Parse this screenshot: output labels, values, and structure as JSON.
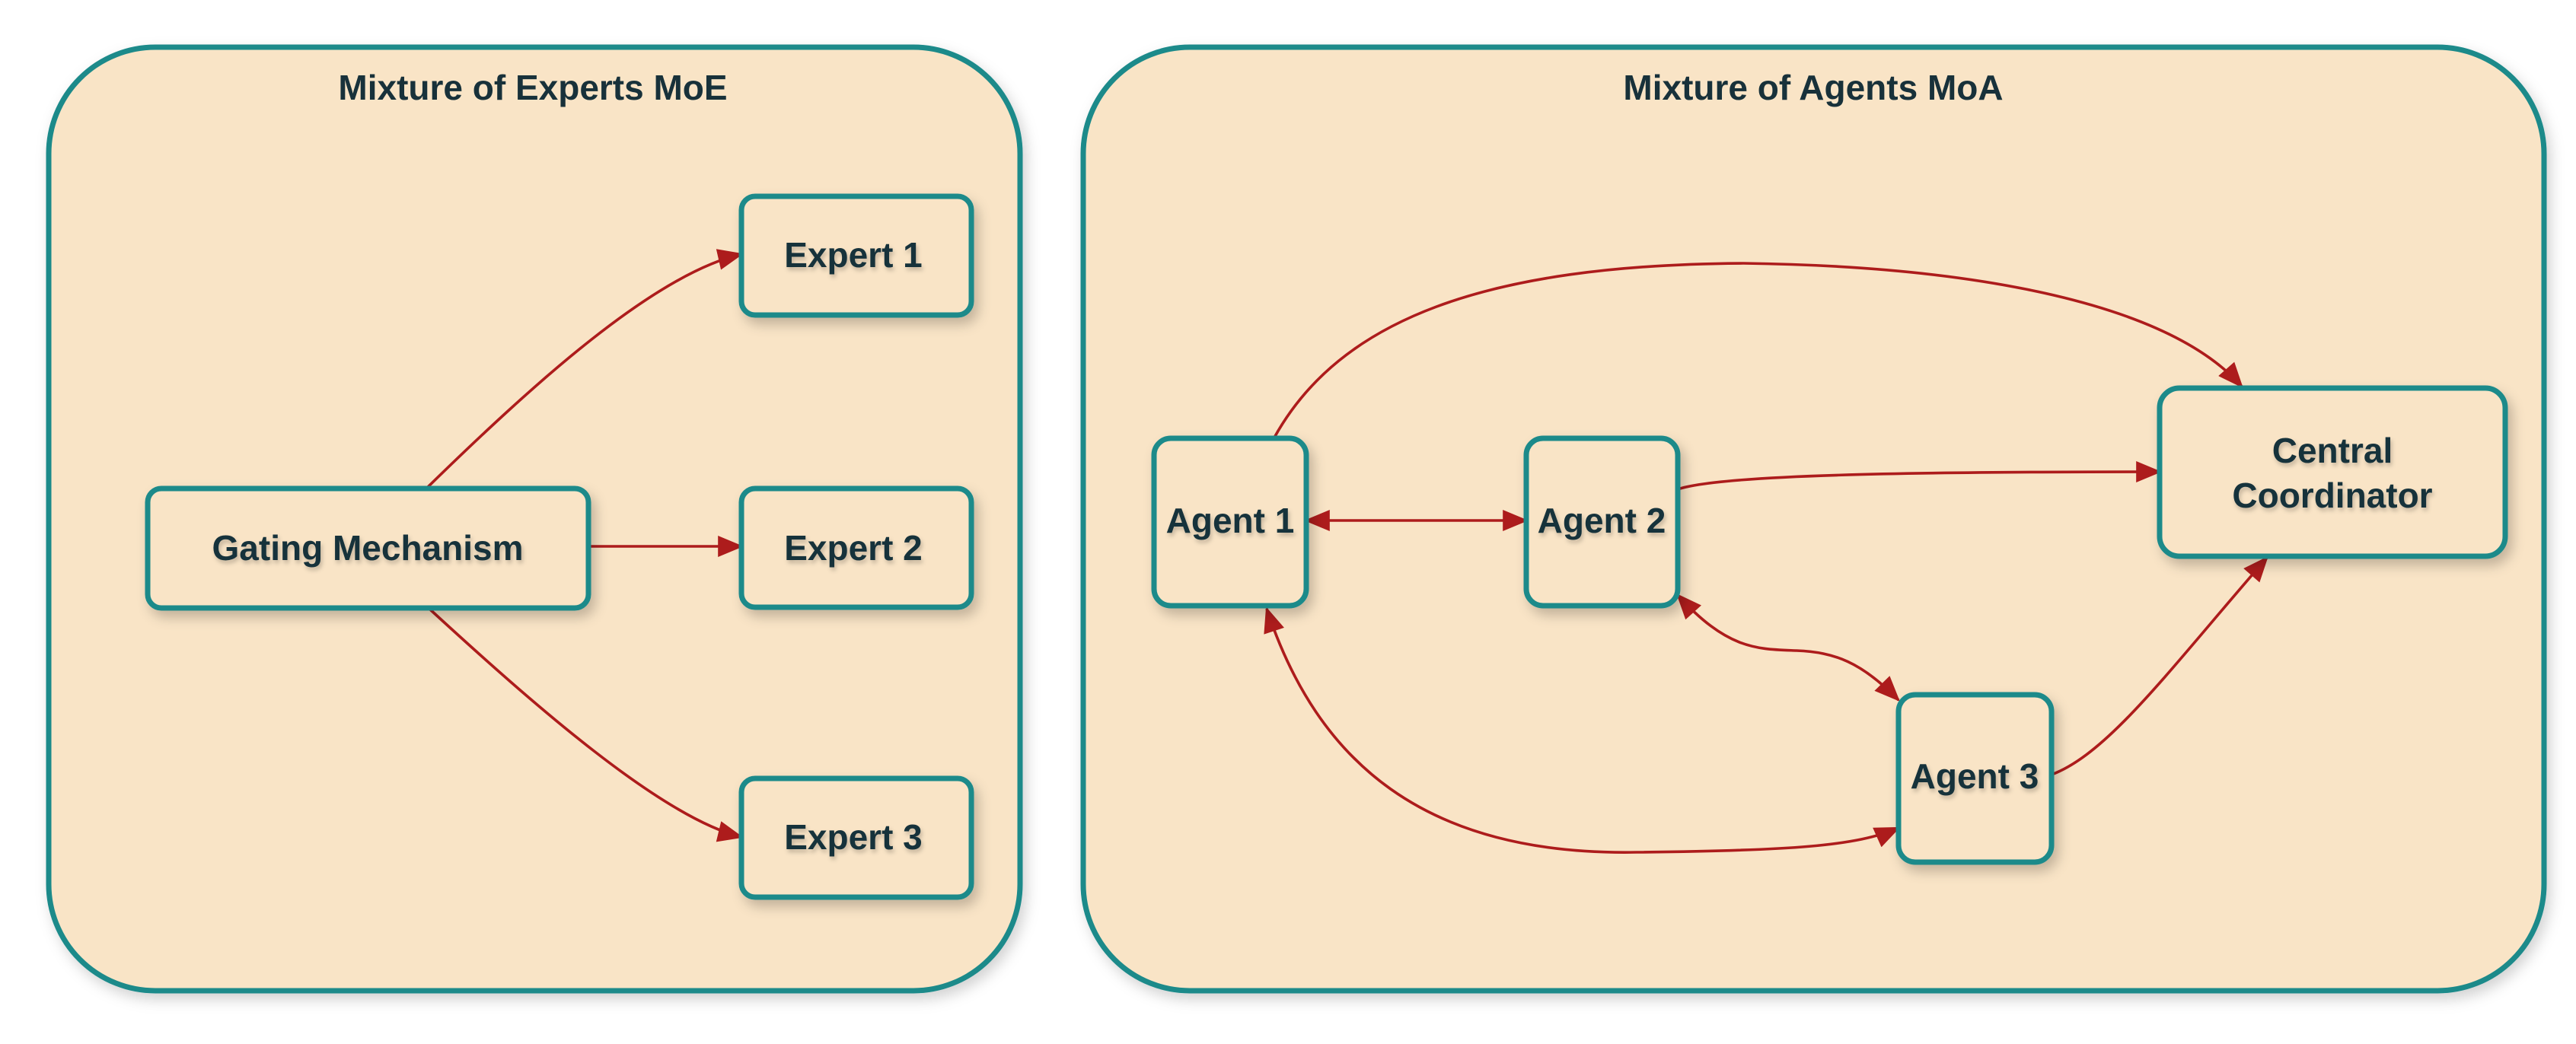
{
  "colors": {
    "panel_fill": "#f9e4c6",
    "border": "#1d8a8a",
    "arrow": "#ad1c1c",
    "text": "#18313a"
  },
  "moe": {
    "title": "Mixture of Experts MoE",
    "gating": "Gating Mechanism",
    "expert1": "Expert 1",
    "expert2": "Expert 2",
    "expert3": "Expert 3"
  },
  "moa": {
    "title": "Mixture of Agents MoA",
    "agent1": "Agent 1",
    "agent2": "Agent 2",
    "agent3": "Agent 3",
    "coordinator_line1": "Central",
    "coordinator_line2": "Coordinator"
  }
}
